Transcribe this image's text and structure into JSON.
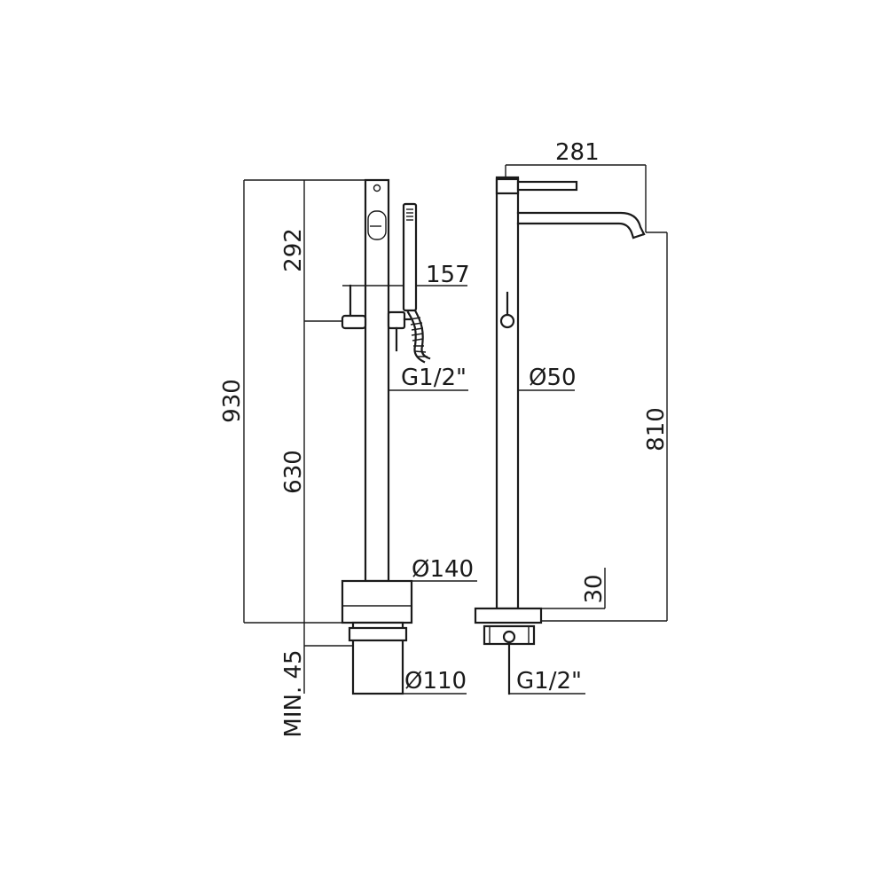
{
  "drawing": {
    "left_view": {
      "total_height": "930",
      "upper_section": "292",
      "lower_section": "630",
      "handshower_offset": "157",
      "inlet_thread": "G1/2\"",
      "base_diameter": "Ø140",
      "floor_housing_diameter": "Ø110",
      "min_depth": "MIN. 45"
    },
    "right_view": {
      "spout_reach": "281",
      "spout_height": "810",
      "column_diameter": "Ø50",
      "base_height": "30",
      "inlet_thread": "G1/2\""
    }
  }
}
